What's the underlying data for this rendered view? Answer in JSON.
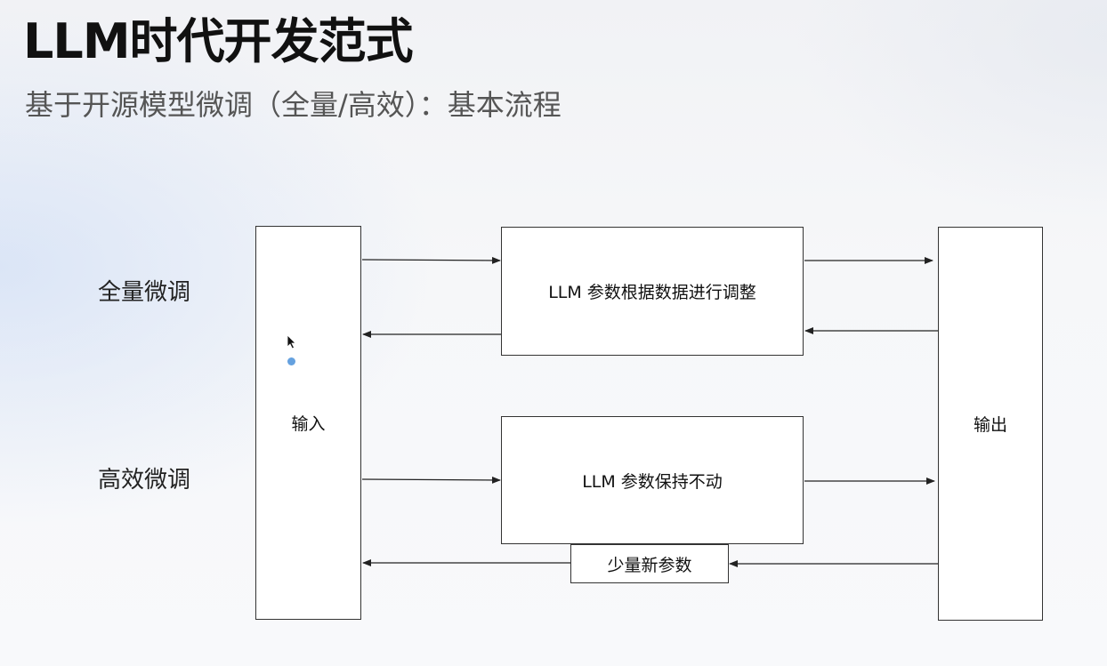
{
  "slide": {
    "title": "LLM时代开发范式",
    "subtitle": "基于开源模型微调（全量/高效）：基本流程"
  },
  "diagram": {
    "labels": {
      "full_finetune": "全量微调",
      "efficient_finetune": "高效微调"
    },
    "boxes": {
      "input": "输入",
      "output": "输出",
      "full_process": "LLM 参数根据数据进行调整",
      "efficient_process": "LLM 参数保持不动",
      "new_params": "少量新参数"
    }
  }
}
